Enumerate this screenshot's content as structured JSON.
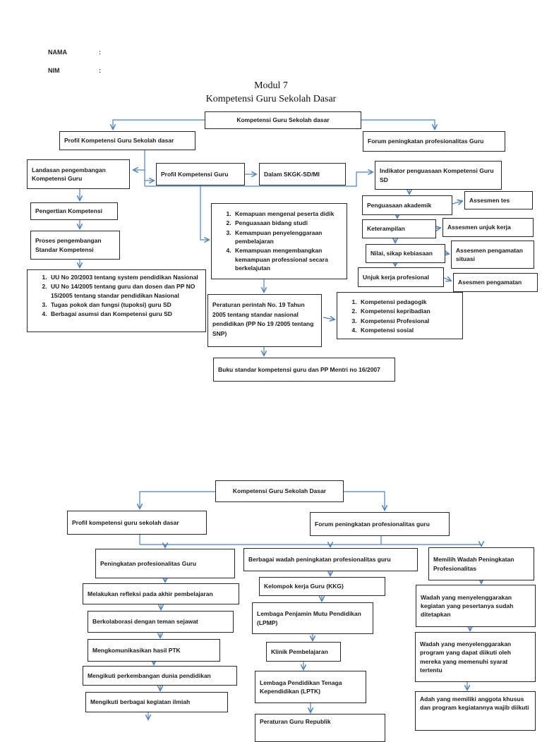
{
  "header": {
    "nama": "NAMA",
    "nim": "NIM",
    "colon": ":"
  },
  "doc_title": {
    "line1": "Modul 7",
    "line2": "Kompetensi Guru Sekolah Dasar"
  },
  "colors": {
    "arrow_blue": "#4f81bd",
    "box_border": "#262626",
    "text": "#1a1a1a"
  },
  "diagram1": {
    "root": "Kompetensi Guru Sekolah dasar",
    "profil_sd": "Profil Kompetensi Guru Sekolah dasar",
    "forum": "Forum peningkatan profesionalitas Guru",
    "landasan": "Landasan pengembangan Kompetensi Guru",
    "profil": "Profil Kompetensi Guru",
    "skgk": "Dalam SKGK-SD/MI",
    "indikator": "Indikator penguasaan Kompetensi Guru SD",
    "pengertian": "Pengertian Kompetensi",
    "proses": "Proses pengembangan Standar Kompetensi",
    "landasan_list": [
      "UU No 20/2003 tentang system pendidikan Nasional",
      "UU No 14/2005 tentang guru dan dosen dan PP NO 15/2005 tentang standar pendidikan Nasional",
      "Tugas pokok dan fungsi (tupoksi) guru SD",
      "Berbagai asumsi dan Kompetensi guru SD"
    ],
    "kemampuan_list": [
      "Kemapuan mengenal peserta didik",
      "Penguasaan bidang studi",
      "Kemampuan penyelenggaraan pembelajaran",
      "Kemampuan mengembangkan kemampuan professional secara berkelajutan"
    ],
    "peraturan": "Peraturan perintah No. 19 Tahun 2005 tentang standar nasional pendidikan (PP No 19 /2005 tentang SNP)",
    "kompetensi_list": [
      "Kompetensi pedagogik",
      "Kompetensi kepribadian",
      "Kompetensi Profesional",
      "Kompetensi sosial"
    ],
    "buku": "Buku standar kompetensi guru dan PP Mentri no 16/2007",
    "penguasaan": "Penguasaan akademik",
    "assesmen_tes": "Assesmen tes",
    "keterampilan": "Keterampilan",
    "assesmen_unjuk": "Assesmen unjuk kerja",
    "nilai": "Nilai, sikap kebiasaan",
    "assesmen_situasi": "Assesmen pengamatan situasi",
    "unjuk_kerja": "Unjuk kerja profesional",
    "asesmen_pengamatan": "Asesmen pengamatan"
  },
  "diagram2": {
    "root": "Kompetensi Guru Sekolah Dasar",
    "profil": "Profil kompetensi guru sekolah dasar",
    "forum": "Forum peningkatan profesionalitas guru",
    "col1": [
      "Peningkatan profesionalitas Guru",
      "Melakukan refleksi pada akhir pembelajaran",
      "Berkolaborasi dengan teman sejawat",
      "Mengkomunikasikan hasil PTK",
      "Mengikuti perkembangan dunia pendidikan",
      "Mengikuti berbagai kegiatan ilmiah"
    ],
    "col2": [
      "Berbagai wadah peningkatan profesionalitas guru",
      "Kelompok kerja Guru (KKG)",
      "Lembaga Penjamin Mutu Pendidikan (LPMP)",
      "Klinik Pembelajaran",
      "Lembaga Pendidikan Tenaga Kependidikan (LPTK)",
      "Peraturan Guru Republik"
    ],
    "col3": [
      "Memilih Wadah Peningkatan Profesionalitas",
      "Wadah yang menyelenggarakan kegiatan yang pesertanya sudah ditetapkan",
      "Wadah yang menyelenggarakan program yang dapat diikuti oleh mereka yang memenuhi syarat tertentu",
      "Adah yang memiliki anggota khusus dan program kegiatannya wajib diikuti"
    ]
  }
}
